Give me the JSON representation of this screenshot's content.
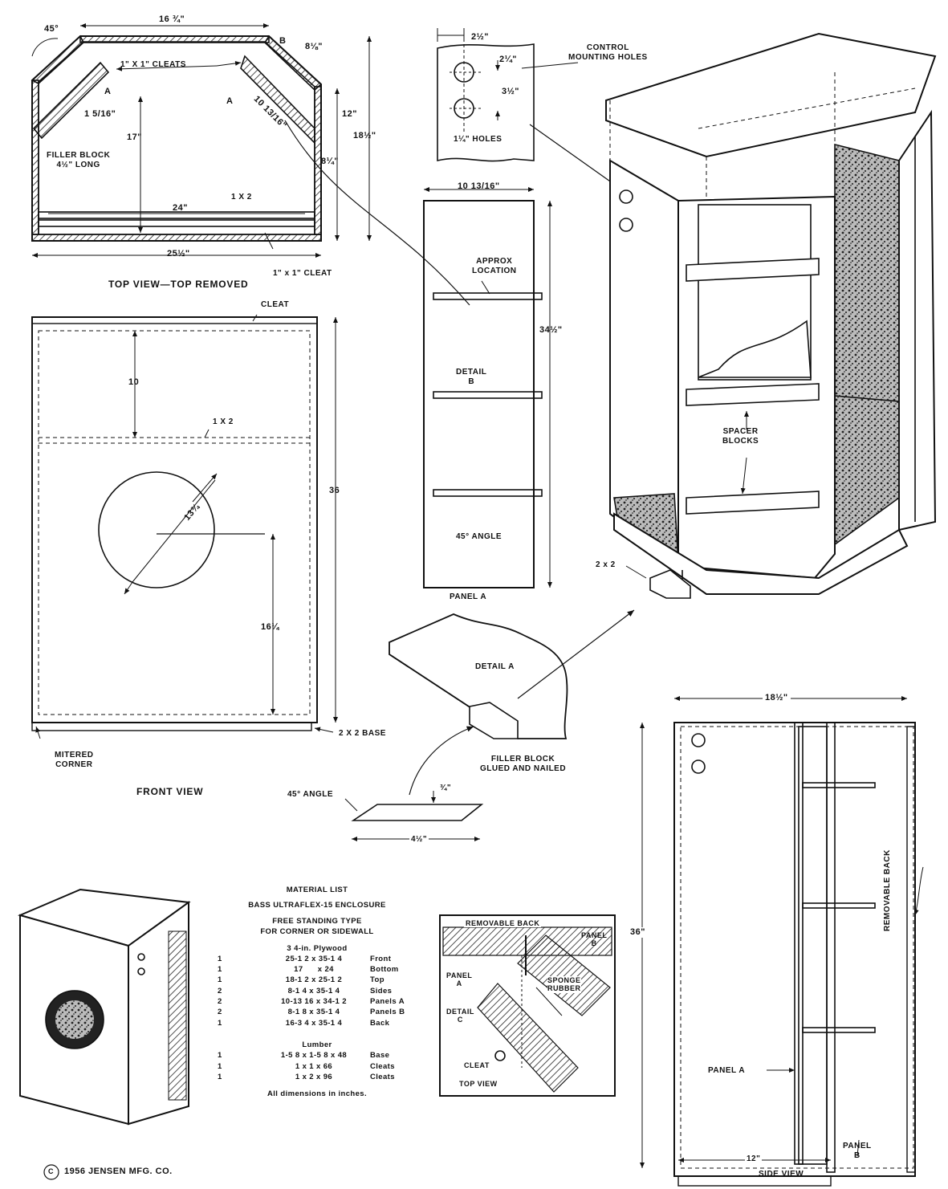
{
  "top_view": {
    "caption": "TOP VIEW—TOP REMOVED",
    "dim_angle": "45°",
    "dim_width_top": "16 ¾\"",
    "label_b": "B",
    "dim_side": "8⅛\"",
    "label_cleats": "1\" X 1\" CLEATS",
    "label_a1": "A",
    "label_a2": "A",
    "dim_panel_a": "10 13/16\"",
    "dim_small": "1 5/16\"",
    "dim_depth_inner": "17\"",
    "dim_12": "12\"",
    "dim_depth": "18½\"",
    "dim_8q": "8¼\"",
    "filler_label": "FILLER BLOCK\n4½\" LONG",
    "label_1x2": "1 X 2",
    "dim_24": "24\"",
    "dim_25": "25½\"",
    "label_cleat_bottom": "1\" x 1\" CLEAT"
  },
  "control_detail": {
    "dim_top": "2½\"",
    "title": "CONTROL\nMOUNTING HOLES",
    "dim_spacing": "2¼\"",
    "dim_side": "3½\"",
    "holes": "1¼\" HOLES"
  },
  "panel_a": {
    "dim_width": "10 13/16\"",
    "approx": "APPROX\nLOCATION",
    "dim_height": "34½\"",
    "detail_b": "DETAIL\nB",
    "angle": "45° ANGLE",
    "caption": "PANEL A"
  },
  "iso_view": {
    "spacer": "SPACER\nBLOCKS",
    "base": "2 x 2"
  },
  "front_view": {
    "cleat": "CLEAT",
    "dim_10": "10",
    "label_1x2": "1 X 2",
    "dim_36": "36",
    "dim_13": "13¾",
    "dim_16": "16¼",
    "base": "2 X 2 BASE",
    "mitered": "MITERED\nCORNER",
    "caption": "FRONT  VIEW"
  },
  "detail_a": {
    "title": "DETAIL A",
    "filler": "FILLER BLOCK\nGLUED AND NAILED",
    "angle": "45° ANGLE",
    "dim_thick": "¾\"",
    "dim_len": "4½\""
  },
  "side_view": {
    "dim_width": "18½\"",
    "dim_height": "36\"",
    "removable_back": "REMOVABLE BACK",
    "panel_a": "PANEL A",
    "panel_b": "PANEL\nB",
    "dim_12": "12\"",
    "caption": "SIDE VIEW"
  },
  "material_list": {
    "title": "MATERIAL LIST",
    "subtitle": "BASS ULTRAFLEX-15 ENCLOSURE",
    "type": "FREE STANDING TYPE\nFOR CORNER OR SIDEWALL",
    "plywood_header": "3 4-in. Plywood",
    "plywood": [
      {
        "qty": "1",
        "dims": "25-1 2 x 35-1 4",
        "part": "Front"
      },
      {
        "qty": "1",
        "dims": "17      x 24",
        "part": "Bottom"
      },
      {
        "qty": "1",
        "dims": "18-1 2 x 25-1 2",
        "part": "Top"
      },
      {
        "qty": "2",
        "dims": "8-1 4 x 35-1 4",
        "part": "Sides"
      },
      {
        "qty": "2",
        "dims": "10-13 16 x 34-1 2",
        "part": "Panels A"
      },
      {
        "qty": "2",
        "dims": "8-1 8 x 35-1 4",
        "part": "Panels B"
      },
      {
        "qty": "1",
        "dims": "16-3 4 x 35-1 4",
        "part": "Back"
      }
    ],
    "lumber_header": "Lumber",
    "lumber": [
      {
        "qty": "1",
        "dims": "1-5 8 x 1-5 8 x 48",
        "part": "Base"
      },
      {
        "qty": "1",
        "dims": "1 x 1 x 66",
        "part": "Cleats"
      },
      {
        "qty": "1",
        "dims": "1 x 2 x 96",
        "part": "Cleats"
      }
    ],
    "note": "All dimensions in inches."
  },
  "detail_c": {
    "removable_back": "REMOVABLE BACK",
    "panel_b": "PANEL\nB",
    "panel_a": "PANEL\nA",
    "sponge": "SPONGE\nRUBBER",
    "detail": "DETAIL\nC",
    "cleat": "CLEAT",
    "top_view": "TOP VIEW"
  },
  "copyright": "1956 JENSEN  MFG. CO."
}
